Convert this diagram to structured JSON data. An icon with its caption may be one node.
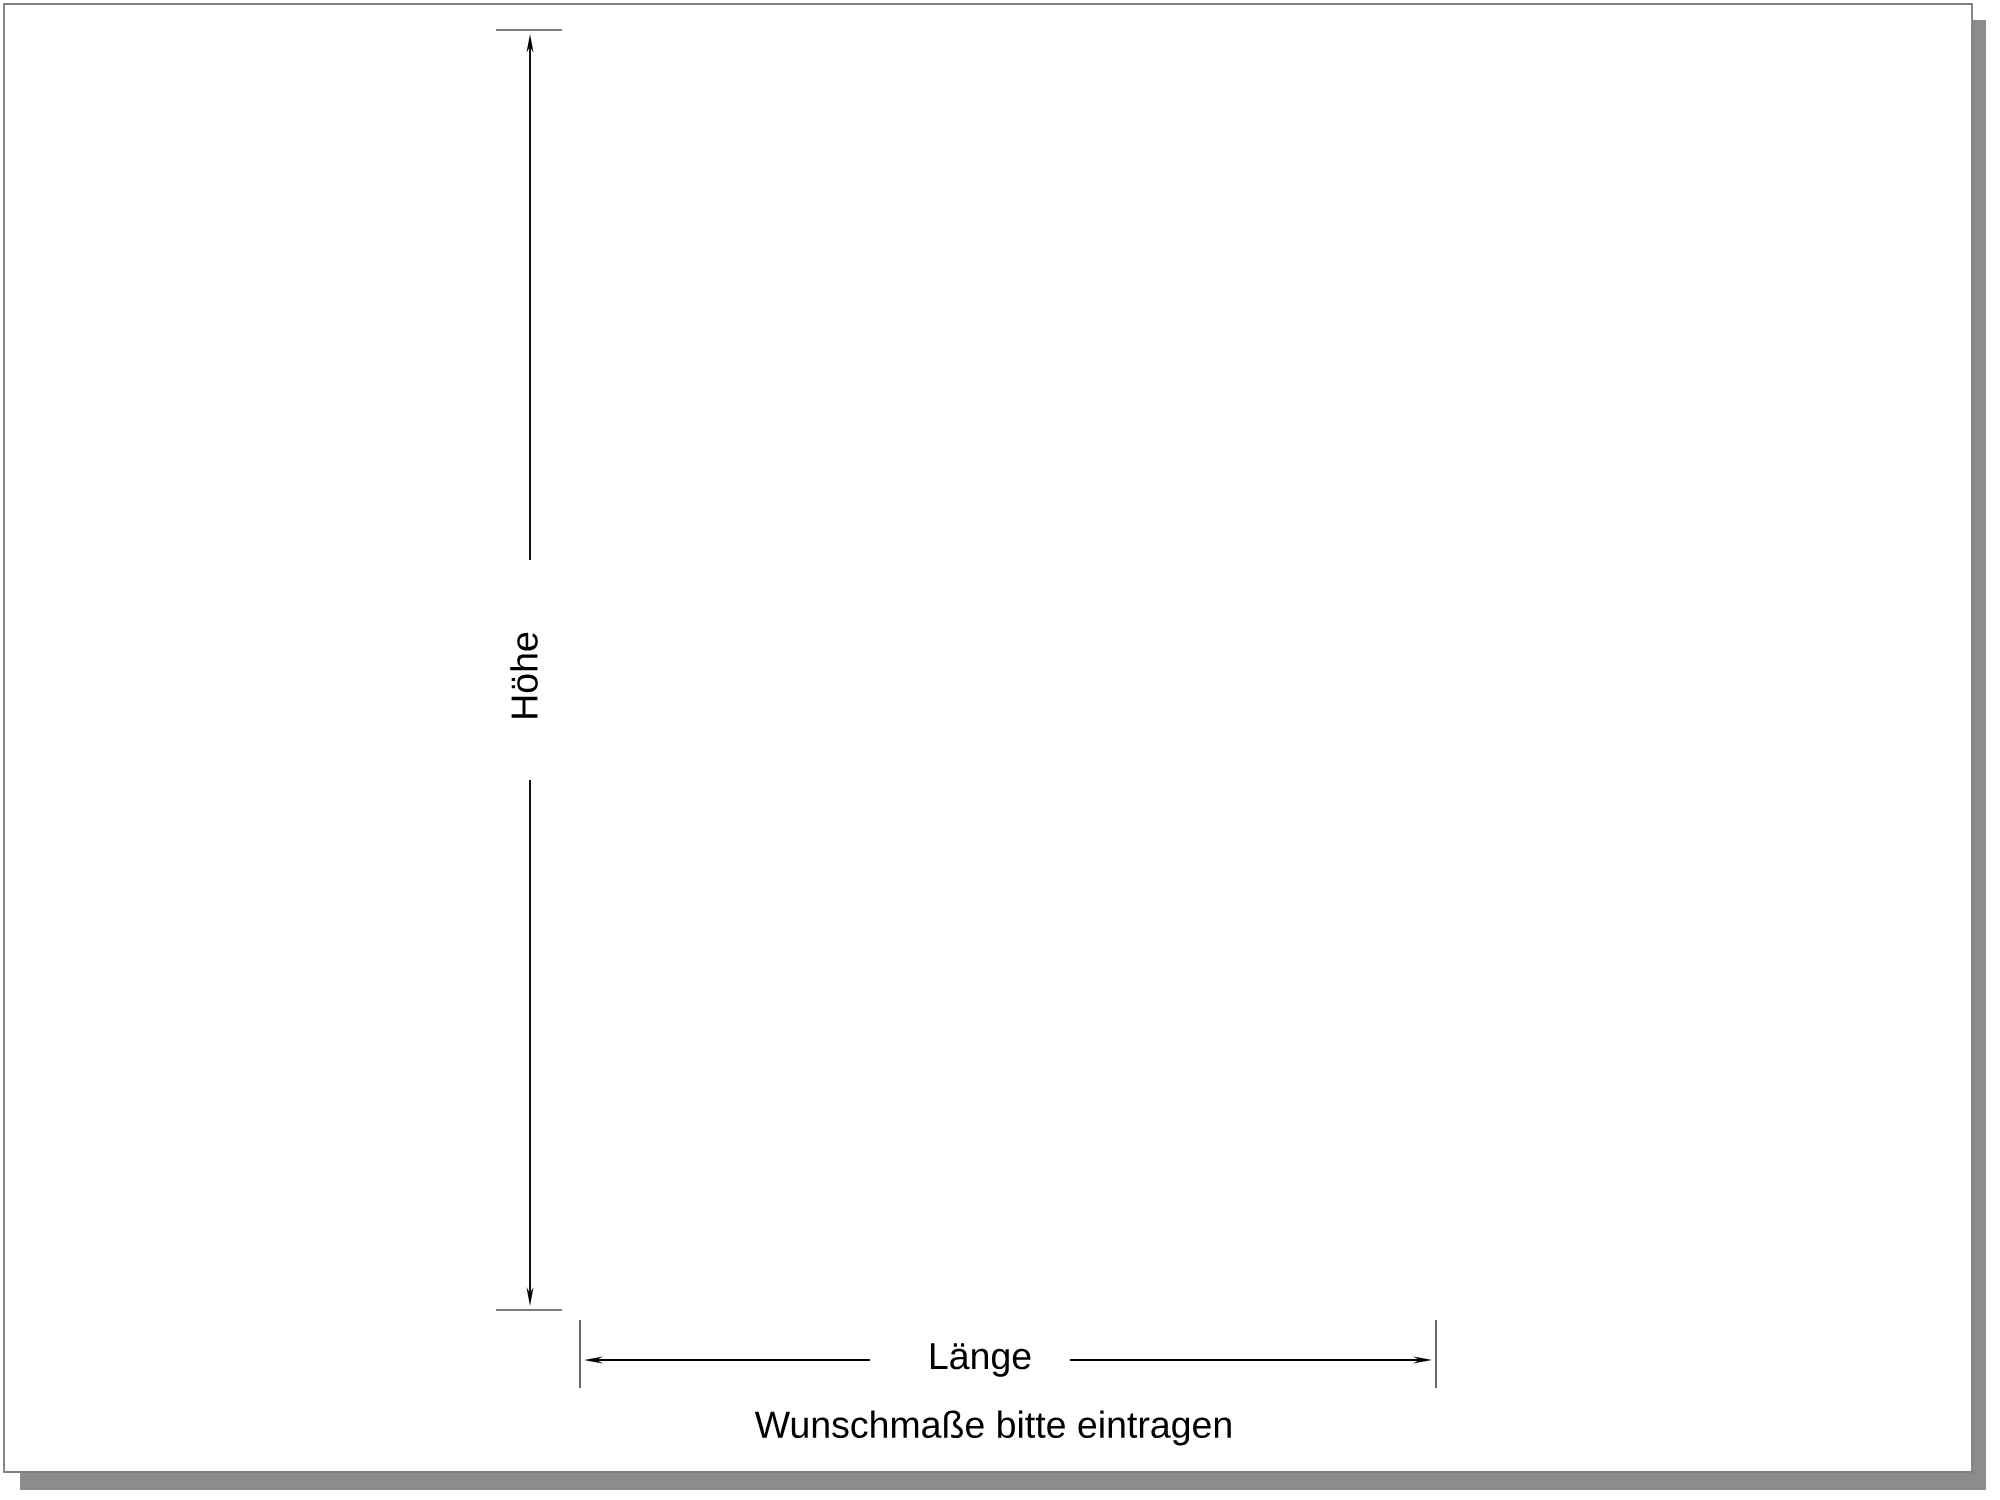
{
  "diagram": {
    "labels": [
      "Höhe",
      "Länge",
      "Wunschmaße bitte eintragen"
    ]
  }
}
